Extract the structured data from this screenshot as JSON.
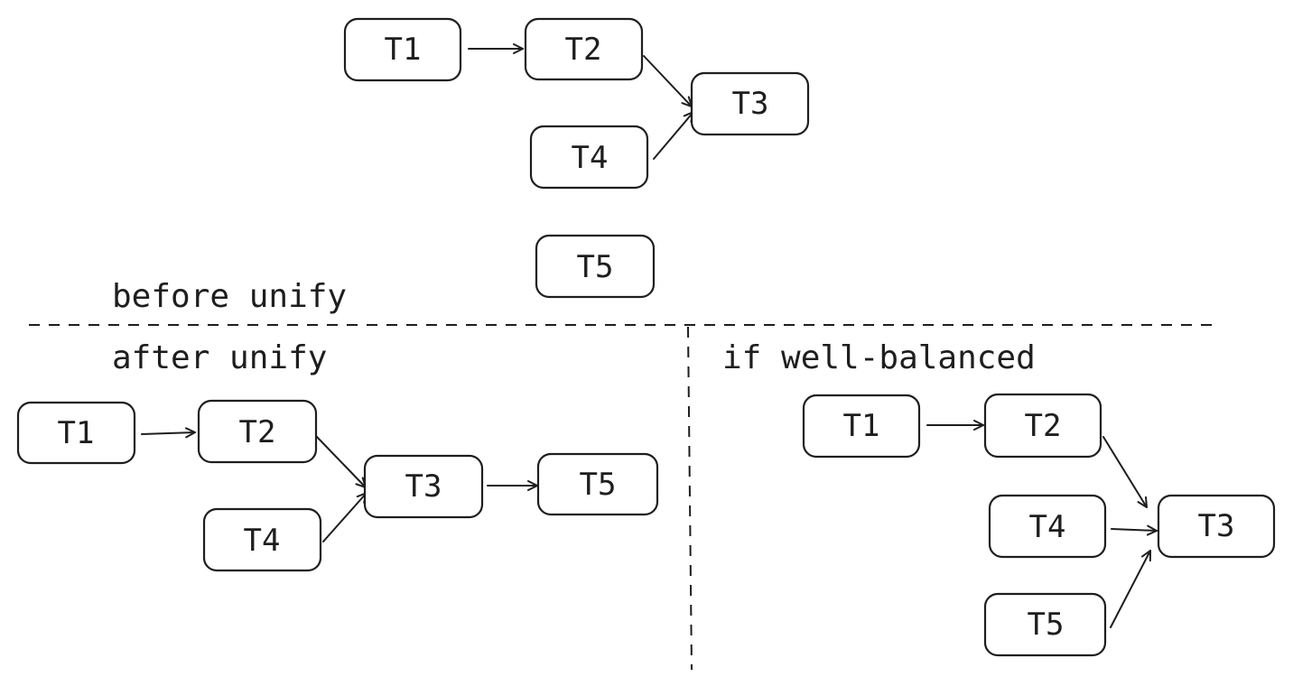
{
  "colors": {
    "stroke": "#1e1e1e",
    "background": "#ffffff"
  },
  "labels": {
    "before": "before unify",
    "after": "after unify",
    "balanced": "if well-balanced"
  },
  "sections": {
    "before": {
      "nodes": [
        {
          "id": "T1",
          "label": "T1"
        },
        {
          "id": "T2",
          "label": "T2"
        },
        {
          "id": "T3",
          "label": "T3"
        },
        {
          "id": "T4",
          "label": "T4"
        },
        {
          "id": "T5",
          "label": "T5"
        }
      ],
      "edges": [
        [
          "T1",
          "T2"
        ],
        [
          "T2",
          "T3"
        ],
        [
          "T4",
          "T3"
        ]
      ]
    },
    "after": {
      "nodes": [
        {
          "id": "T1",
          "label": "T1"
        },
        {
          "id": "T2",
          "label": "T2"
        },
        {
          "id": "T3",
          "label": "T3"
        },
        {
          "id": "T4",
          "label": "T4"
        },
        {
          "id": "T5",
          "label": "T5"
        }
      ],
      "edges": [
        [
          "T1",
          "T2"
        ],
        [
          "T2",
          "T3"
        ],
        [
          "T4",
          "T3"
        ],
        [
          "T3",
          "T5"
        ]
      ]
    },
    "balanced": {
      "nodes": [
        {
          "id": "T1",
          "label": "T1"
        },
        {
          "id": "T2",
          "label": "T2"
        },
        {
          "id": "T3",
          "label": "T3"
        },
        {
          "id": "T4",
          "label": "T4"
        },
        {
          "id": "T5",
          "label": "T5"
        }
      ],
      "edges": [
        [
          "T1",
          "T2"
        ],
        [
          "T2",
          "T3"
        ],
        [
          "T4",
          "T3"
        ],
        [
          "T5",
          "T3"
        ]
      ]
    }
  }
}
